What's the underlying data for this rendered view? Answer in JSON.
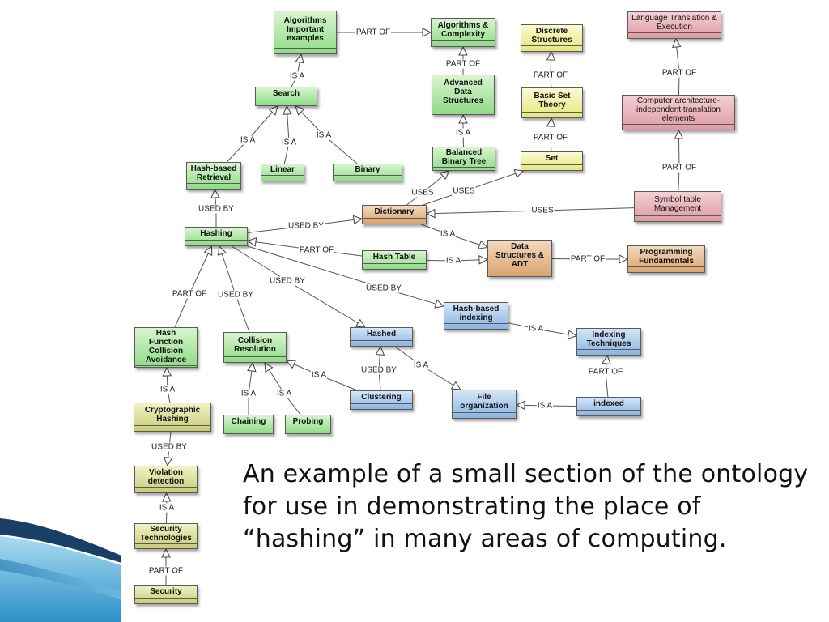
{
  "caption": "An example of a small section of the ontology for use in demonstrating the place of “hashing” in many areas of computing.",
  "colors": {
    "green": "#8fdc86",
    "yellow": "#e6e67c",
    "red": "#de9aa2",
    "orange": "#d9a46e",
    "blue": "#89b4e2",
    "olive": "#c8cc74",
    "slide_accent": "#2c8fc6"
  },
  "nodes": [
    {
      "id": "algorithms-important-examples",
      "label": "Algorithms\nImportant\nexamples",
      "color": "green"
    },
    {
      "id": "algorithms-complexity",
      "label": "Algorithms &\nComplexity",
      "color": "green"
    },
    {
      "id": "discrete-structures",
      "label": "Discrete\nStructures",
      "color": "yellow"
    },
    {
      "id": "language-translation",
      "label": "Language Translation &\nExecution",
      "color": "red",
      "light": true
    },
    {
      "id": "search",
      "label": "Search",
      "color": "green"
    },
    {
      "id": "advanced-data-structures",
      "label": "Advanced\nData\nStructures",
      "color": "green"
    },
    {
      "id": "basic-set-theory",
      "label": "Basic Set\nTheory",
      "color": "yellow"
    },
    {
      "id": "computer-architecture",
      "label": "Computer architecture-\nindependent translation\nelements",
      "color": "red",
      "light": true
    },
    {
      "id": "hash-based-retrieval",
      "label": "Hash-based\nRetrieval",
      "color": "green"
    },
    {
      "id": "linear",
      "label": "Linear",
      "color": "green"
    },
    {
      "id": "binary",
      "label": "Binary",
      "color": "green"
    },
    {
      "id": "balanced-binary-tree",
      "label": "Balanced\nBinary Tree",
      "color": "green"
    },
    {
      "id": "set",
      "label": "Set",
      "color": "yellow"
    },
    {
      "id": "dictionary",
      "label": "Dictionary",
      "color": "orange"
    },
    {
      "id": "symbol-table-management",
      "label": "Symbol table\nManagement",
      "color": "red",
      "light": true
    },
    {
      "id": "hashing",
      "label": "Hashing",
      "color": "green"
    },
    {
      "id": "hash-table",
      "label": "Hash Table",
      "color": "green"
    },
    {
      "id": "data-structures-adt",
      "label": "Data\nStructures &\nADT",
      "color": "orange"
    },
    {
      "id": "programming-fundamentals",
      "label": "Programming\nFundamentals",
      "color": "orange"
    },
    {
      "id": "hash-based-indexing",
      "label": "Hash-based\nindexing",
      "color": "blue"
    },
    {
      "id": "hash-function",
      "label": "Hash\nFunction\nCollision\nAvoidance",
      "color": "green"
    },
    {
      "id": "collision-resolution",
      "label": "Collision\nResolution",
      "color": "green"
    },
    {
      "id": "hashed",
      "label": "Hashed",
      "color": "blue"
    },
    {
      "id": "indexing-techniques",
      "label": "Indexing\nTechniques",
      "color": "blue"
    },
    {
      "id": "clustering",
      "label": "Clustering",
      "color": "blue"
    },
    {
      "id": "file-organization",
      "label": "File\norganization",
      "color": "blue"
    },
    {
      "id": "indexed",
      "label": "indexed",
      "color": "blue"
    },
    {
      "id": "cryptographic-hashing",
      "label": "Cryptographic\nHashing",
      "color": "olive"
    },
    {
      "id": "chaining",
      "label": "Chaining",
      "color": "green"
    },
    {
      "id": "probing",
      "label": "Probing",
      "color": "green"
    },
    {
      "id": "violation-detection",
      "label": "Violation\ndetection",
      "color": "olive"
    },
    {
      "id": "security-technologies",
      "label": "Security\nTechnologies",
      "color": "olive"
    },
    {
      "id": "security",
      "label": "Security",
      "color": "olive"
    }
  ],
  "edges": [
    {
      "from": "algorithms-important-examples",
      "to": "algorithms-complexity",
      "label": "PART OF"
    },
    {
      "from": "search",
      "to": "algorithms-important-examples",
      "label": "IS A"
    },
    {
      "from": "advanced-data-structures",
      "to": "algorithms-complexity",
      "label": "PART OF"
    },
    {
      "from": "basic-set-theory",
      "to": "discrete-structures",
      "label": "PART OF"
    },
    {
      "from": "computer-architecture",
      "to": "language-translation",
      "label": "PART OF"
    },
    {
      "from": "hash-based-retrieval",
      "to": "search",
      "label": "IS A"
    },
    {
      "from": "linear",
      "to": "search",
      "label": "IS A"
    },
    {
      "from": "binary",
      "to": "search",
      "label": "IS A"
    },
    {
      "from": "balanced-binary-tree",
      "to": "advanced-data-structures",
      "label": "IS A"
    },
    {
      "from": "set",
      "to": "basic-set-theory",
      "label": "PART OF"
    },
    {
      "from": "symbol-table-management",
      "to": "computer-architecture",
      "label": "PART OF"
    },
    {
      "from": "dictionary",
      "to": "balanced-binary-tree",
      "label": "USES"
    },
    {
      "from": "dictionary",
      "to": "set",
      "label": "USES"
    },
    {
      "from": "symbol-table-management",
      "to": "dictionary",
      "label": "USES"
    },
    {
      "from": "hashing",
      "to": "hash-based-retrieval",
      "label": "USED BY"
    },
    {
      "from": "hashing",
      "to": "dictionary",
      "label": "USED BY"
    },
    {
      "from": "dictionary",
      "to": "data-structures-adt",
      "label": "IS A"
    },
    {
      "from": "hash-table",
      "to": "hashing",
      "label": "PART OF"
    },
    {
      "from": "hash-table",
      "to": "data-structures-adt",
      "label": "IS A"
    },
    {
      "from": "data-structures-adt",
      "to": "programming-fundamentals",
      "label": "PART OF"
    },
    {
      "from": "hashing",
      "to": "hash-based-indexing",
      "label": "USED BY"
    },
    {
      "from": "hashing",
      "to": "hashed",
      "label": "USED BY"
    },
    {
      "from": "hash-function",
      "to": "hashing",
      "label": "PART OF"
    },
    {
      "from": "collision-resolution",
      "to": "hashing",
      "label": "USED BY"
    },
    {
      "from": "hash-based-indexing",
      "to": "indexing-techniques",
      "label": "IS A"
    },
    {
      "from": "clustering",
      "to": "hashed",
      "label": "USED BY"
    },
    {
      "from": "hashed",
      "to": "file-organization",
      "label": "IS A"
    },
    {
      "from": "clustering",
      "to": "collision-resolution",
      "label": "IS A"
    },
    {
      "from": "indexed",
      "to": "indexing-techniques",
      "label": "PART OF"
    },
    {
      "from": "indexed",
      "to": "file-organization",
      "label": "IS A"
    },
    {
      "from": "cryptographic-hashing",
      "to": "hash-function",
      "label": "IS A"
    },
    {
      "from": "chaining",
      "to": "collision-resolution",
      "label": "IS A"
    },
    {
      "from": "probing",
      "to": "collision-resolution",
      "label": "IS A"
    },
    {
      "from": "cryptographic-hashing",
      "to": "violation-detection",
      "label": "USED BY"
    },
    {
      "from": "security-technologies",
      "to": "violation-detection",
      "label": "IS A"
    },
    {
      "from": "security",
      "to": "security-technologies",
      "label": "PART OF"
    }
  ]
}
